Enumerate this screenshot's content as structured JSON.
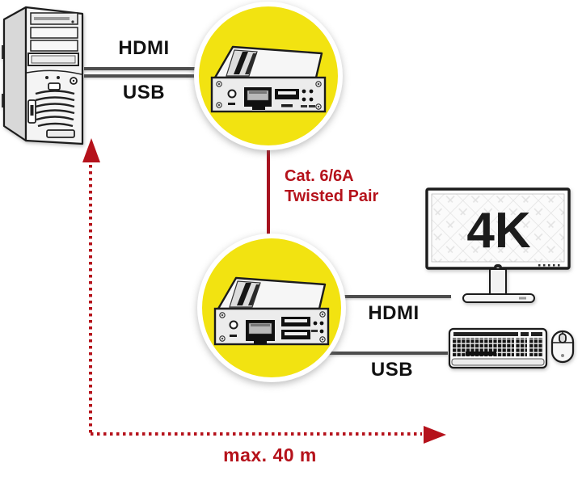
{
  "labels": {
    "pc_link": {
      "hdmi": "HDMI",
      "usb": "USB"
    },
    "trunk": {
      "line1": "Cat. 6/6A",
      "line2": "Twisted Pair"
    },
    "display_link": {
      "hdmi": "HDMI",
      "usb": "USB"
    },
    "distance": "max. 40 m",
    "display_badge": "4K"
  },
  "icons": [
    {
      "name": "pc-tower-icon",
      "depicts": "desktop computer tower (source PC)"
    },
    {
      "name": "transmitter-icon",
      "depicts": "extender transmitter unit with RJ45 and USB port"
    },
    {
      "name": "receiver-icon",
      "depicts": "extender receiver unit with RJ45 and dual USB ports"
    },
    {
      "name": "monitor-4k-icon",
      "depicts": "4K monitor on stand"
    },
    {
      "name": "keyboard-icon",
      "depicts": "keyboard"
    },
    {
      "name": "mouse-icon",
      "depicts": "mouse"
    },
    {
      "name": "up-arrowhead-icon",
      "depicts": "distance arrow pointing up"
    },
    {
      "name": "right-arrowhead-icon",
      "depicts": "distance arrow pointing right"
    }
  ],
  "colors": {
    "highlight_yellow": "#F2E311",
    "red_accent": "#B5121B",
    "trunk_red": "#A6121F",
    "cable_gray": "#4D4D4D",
    "label_black": "#111111"
  }
}
